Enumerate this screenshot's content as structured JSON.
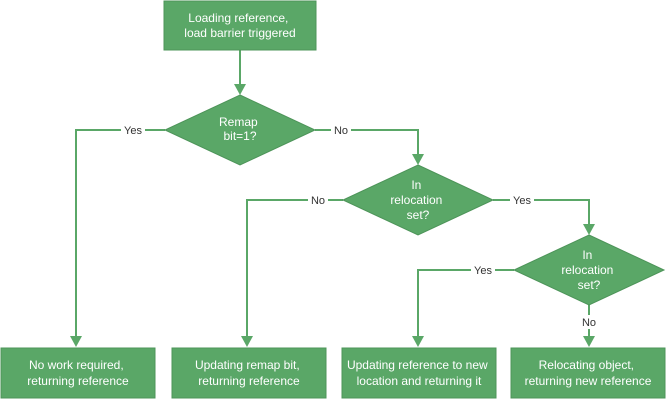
{
  "diagram": {
    "nodes": {
      "start": [
        "Loading reference,",
        "load barrier triggered"
      ],
      "remap_decision": [
        "Remap",
        "bit=1?"
      ],
      "relocation_decision_1": [
        "In",
        "relocation",
        "set?"
      ],
      "relocation_decision_2": [
        "In",
        "relocation",
        "set?"
      ],
      "no_work": [
        "No work required,",
        "returning reference"
      ],
      "update_remap": [
        "Updating remap bit,",
        "returning reference"
      ],
      "update_reference": [
        "Updating reference to new",
        "location and returning it"
      ],
      "relocate_object": [
        "Relocating object,",
        "returning new reference"
      ]
    },
    "edges": {
      "remap_yes": "Yes",
      "remap_no": "No",
      "reloc1_no": "No",
      "reloc1_yes": "Yes",
      "reloc2_yes": "Yes",
      "reloc2_no": "No"
    },
    "colors": {
      "node_fill": "#5aa767",
      "edge": "#5aa767",
      "node_text": "#ffffff",
      "label_text": "#333333"
    }
  }
}
